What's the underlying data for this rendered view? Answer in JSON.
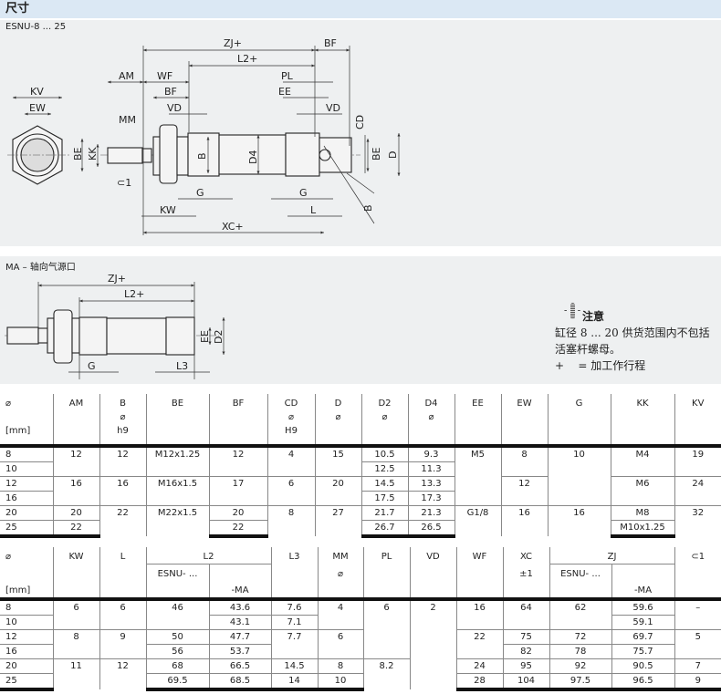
{
  "header": {
    "title": "尺寸"
  },
  "section1": {
    "label": "ESNU-8 ... 25",
    "dims": {
      "zj": "ZJ+",
      "bf_top": "BF",
      "l2": "L2+",
      "am": "AM",
      "wf": "WF",
      "bf": "BF",
      "vd": "VD",
      "mm": "MM",
      "pl": "PL",
      "ee": "EE",
      "vd_r": "VD",
      "cd": "CD",
      "be_r": "BE",
      "d": "D",
      "kv": "KV",
      "ew": "EW",
      "be": "BE",
      "kk": "KK",
      "b": "B",
      "d4": "D4",
      "wrench": "⊂1",
      "g": "G",
      "kw": "KW",
      "xc": "XC+",
      "g_r": "G",
      "l": "L",
      "b_diag": "B"
    }
  },
  "section2": {
    "label": "MA – 轴向气源口",
    "dims": {
      "zj": "ZJ+",
      "l2": "L2+",
      "ee": "EE",
      "d2": "D2",
      "g": "G",
      "l3": "L3"
    }
  },
  "note": {
    "icon": "warning-icon",
    "title": "注意",
    "line1": "缸径 8 ... 20 供货范围内不包括",
    "line2": "活塞杆螺母。",
    "plus_symbol": "+",
    "plus_text": "= 加工作行程"
  },
  "table1": {
    "headers": [
      [
        "⌀",
        "",
        "[mm]"
      ],
      [
        "AM"
      ],
      [
        "B",
        "⌀",
        "h9"
      ],
      [
        "BE"
      ],
      [
        "BF"
      ],
      [
        "CD",
        "⌀",
        "H9"
      ],
      [
        "D",
        "⌀"
      ],
      [
        "D2",
        "⌀"
      ],
      [
        "D4",
        "⌀"
      ],
      [
        "EE"
      ],
      [
        "EW"
      ],
      [
        "G"
      ],
      [
        "KK"
      ],
      [
        "KV"
      ]
    ],
    "rows": [
      [
        [
          "8"
        ],
        [
          "12",
          2
        ],
        [
          "12",
          2
        ],
        [
          "M12x1.25",
          2
        ],
        [
          "12",
          2
        ],
        [
          "4",
          2
        ],
        [
          "15",
          2
        ],
        [
          "10.5"
        ],
        [
          "9.3"
        ],
        [
          "M5",
          4
        ],
        [
          "8",
          2
        ],
        [
          "10",
          4
        ],
        [
          "M4",
          2
        ],
        [
          "19",
          2
        ]
      ],
      [
        [
          "10"
        ],
        [
          "12.5"
        ],
        [
          "11.3"
        ]
      ],
      [
        [
          "12"
        ],
        [
          "16",
          2
        ],
        [
          "16",
          2
        ],
        [
          "M16x1.5",
          2
        ],
        [
          "17",
          2
        ],
        [
          "6",
          2
        ],
        [
          "20",
          2
        ],
        [
          "14.5"
        ],
        [
          "13.3"
        ],
        [
          "12",
          2
        ],
        [
          "M6",
          2
        ],
        [
          "24",
          2
        ]
      ],
      [
        [
          "16"
        ],
        [
          "17.5"
        ],
        [
          "17.3"
        ]
      ],
      [
        [
          "20"
        ],
        [
          "20"
        ],
        [
          "22",
          2
        ],
        [
          "M22x1.5",
          2
        ],
        [
          "20"
        ],
        [
          "8",
          2
        ],
        [
          "27",
          2
        ],
        [
          "21.7"
        ],
        [
          "21.3"
        ],
        [
          "G1/8",
          2
        ],
        [
          "16",
          2
        ],
        [
          "16",
          2
        ],
        [
          "M8"
        ],
        [
          "32",
          2
        ]
      ],
      [
        [
          "25"
        ],
        [
          "22"
        ],
        [
          "22"
        ],
        [
          "26.7"
        ],
        [
          "26.5"
        ],
        [
          "M10x1.25"
        ]
      ]
    ]
  },
  "table2": {
    "headers_top": [
      [
        "⌀",
        1
      ],
      [
        "KW",
        1
      ],
      [
        "L",
        1
      ],
      [
        "L2",
        2
      ],
      [
        "L3",
        1
      ],
      [
        "MM",
        1
      ],
      [
        "PL",
        1
      ],
      [
        "VD",
        1
      ],
      [
        "WF",
        1
      ],
      [
        "XC",
        1
      ],
      [
        "ZJ",
        2
      ],
      [
        "⊂1",
        1
      ]
    ],
    "headers_mid": [
      "",
      "",
      "",
      "ESNU- ...",
      "",
      "",
      "⌀",
      "",
      "",
      "",
      "±1",
      "ESNU- ...",
      "",
      ""
    ],
    "headers_bot": [
      "[mm]",
      "",
      "",
      "",
      "-MA",
      "",
      "",
      "",
      "",
      "",
      "",
      "",
      "-MA",
      ""
    ],
    "rows": [
      [
        [
          "8"
        ],
        [
          "6",
          2
        ],
        [
          "6",
          2
        ],
        [
          "46",
          2
        ],
        [
          "43.6"
        ],
        [
          "7.6"
        ],
        [
          "4",
          2
        ],
        [
          "6",
          4
        ],
        [
          "2",
          6
        ],
        [
          "16",
          2
        ],
        [
          "64",
          2
        ],
        [
          "62",
          2
        ],
        [
          "59.6"
        ],
        [
          "–",
          2
        ]
      ],
      [
        [
          "10"
        ],
        [
          "43.1"
        ],
        [
          "7.1"
        ],
        [
          "59.1"
        ]
      ],
      [
        [
          "12"
        ],
        [
          "8",
          2
        ],
        [
          "9",
          2
        ],
        [
          "50"
        ],
        [
          "47.7"
        ],
        [
          "7.7",
          2
        ],
        [
          "6",
          2
        ],
        [
          "22",
          2
        ],
        [
          "75"
        ],
        [
          "72"
        ],
        [
          "69.7"
        ],
        [
          "5",
          2
        ]
      ],
      [
        [
          "16"
        ],
        [
          "56"
        ],
        [
          "53.7"
        ],
        [
          "82"
        ],
        [
          "78"
        ],
        [
          "75.7"
        ]
      ],
      [
        [
          "20"
        ],
        [
          "11",
          2
        ],
        [
          "12",
          2
        ],
        [
          "68"
        ],
        [
          "66.5"
        ],
        [
          "14.5"
        ],
        [
          "8"
        ],
        [
          "8.2",
          2
        ],
        [
          "24"
        ],
        [
          "95"
        ],
        [
          "92"
        ],
        [
          "90.5"
        ],
        [
          "7"
        ]
      ],
      [
        [
          "25"
        ],
        [
          "69.5"
        ],
        [
          "68.5"
        ],
        [
          "14"
        ],
        [
          "10"
        ],
        [
          "28"
        ],
        [
          "104"
        ],
        [
          "97.5"
        ],
        [
          "96.5"
        ],
        [
          "9"
        ]
      ]
    ]
  }
}
